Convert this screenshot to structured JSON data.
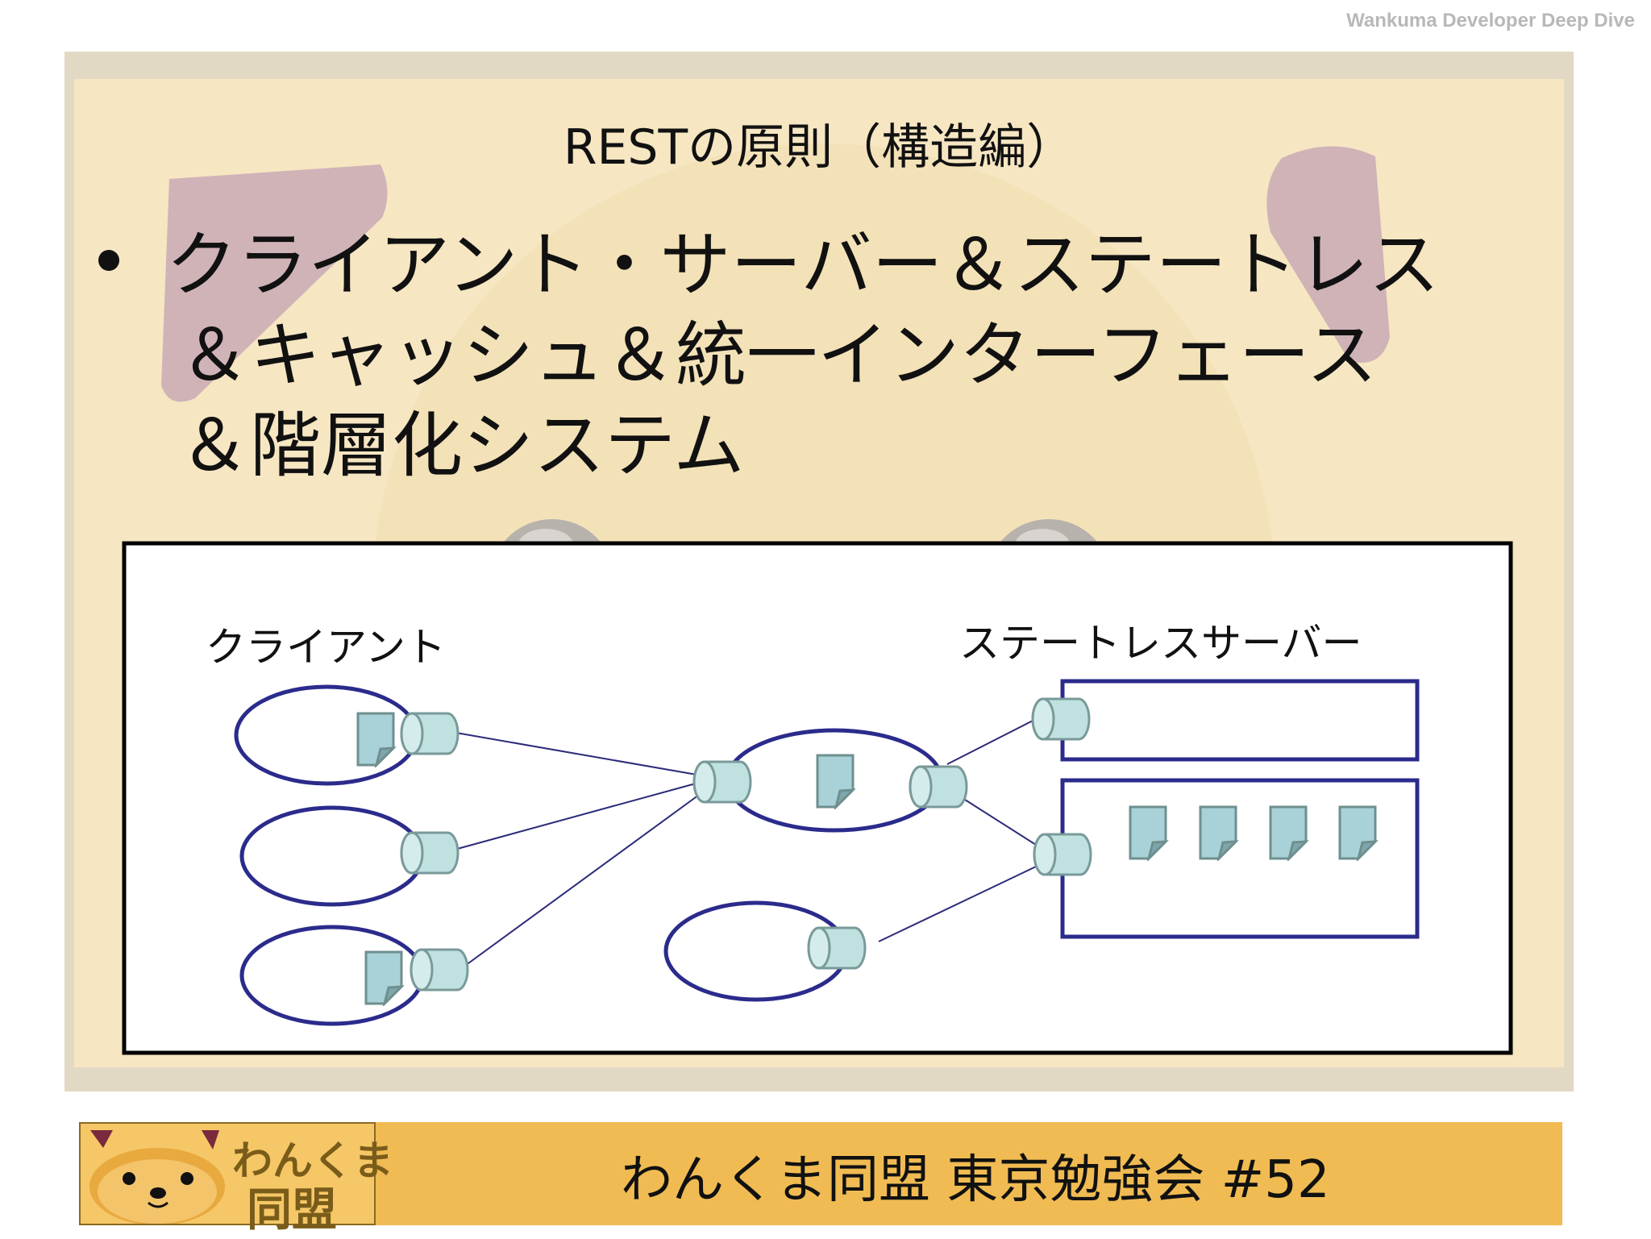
{
  "header": {
    "caption": "Wankuma Developer Deep Dive"
  },
  "slide": {
    "title": "RESTの原則（構造編）",
    "bullet_lines": [
      "クライアント・サーバー＆ステートレス",
      "＆キャッシュ＆統一インターフェース",
      "＆階層化システム"
    ]
  },
  "diagram": {
    "client_label": "クライアント",
    "server_label": "ステートレスサーバー"
  },
  "footer": {
    "text": "わんくま同盟 東京勉強会 #52",
    "logo_line1": "わんくま",
    "logo_line2": "同盟"
  },
  "colors": {
    "slide_bg": "#f6e6c2",
    "footer_bg": "#f0bb52",
    "ellipse_stroke": "#2e2e8c",
    "connector_fill": "#bfe1df",
    "document_fill": "#a9d2d8"
  }
}
